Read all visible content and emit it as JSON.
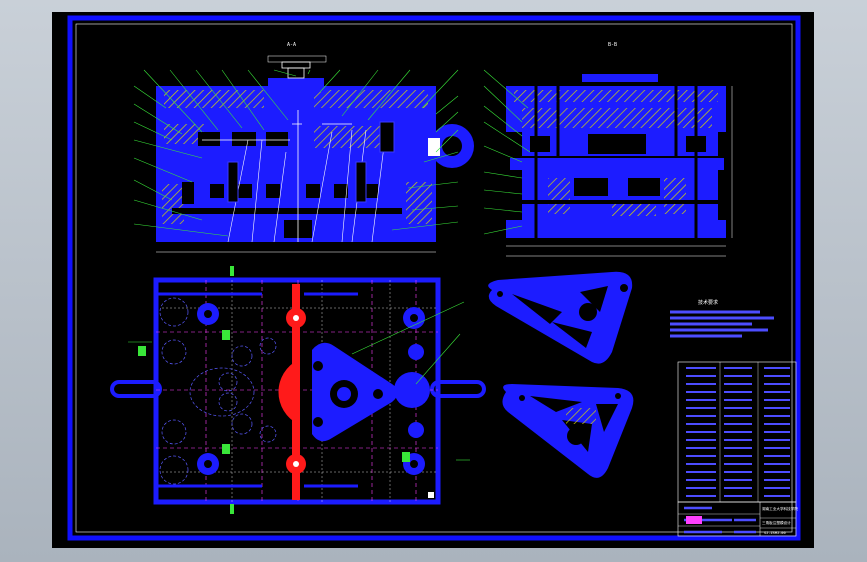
{
  "viewport": {
    "background": "#b9c1ca"
  },
  "drawing": {
    "background": "#000000",
    "colors": {
      "frame": "#1010ff",
      "body": "#1c1cff",
      "hatch": "#d4d40a",
      "leader": "#39e639",
      "centerline": "#ff40ff",
      "sprue": "#ff1a1a",
      "outline": "#ffffff"
    },
    "views": {
      "section_a_label": "A-A",
      "section_b_label": "B-B",
      "top_view": "plan-view",
      "parts": "triangle-parts"
    },
    "notes": {
      "title": "技术要求"
    },
    "title_block": {
      "school": "湖南工业大学科技学院",
      "design_line": "三角板注塑模设计",
      "drawing_no": "SJ-ZSMJ-00"
    }
  }
}
